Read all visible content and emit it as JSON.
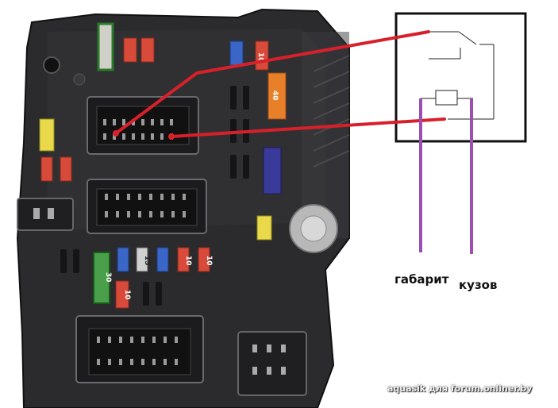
{
  "labels": {
    "gabarit": "габарит",
    "kuzov": "кузов"
  },
  "watermark": "aquasik для forum.onliner.by",
  "fuses": {
    "top_10": "10",
    "top_40": "40",
    "bottom_15": "15",
    "bottom_10a": "10",
    "bottom_10b": "10",
    "bottom_30": "30",
    "bottom_10c": "10"
  },
  "colors": {
    "wire_red": "#d8202a",
    "wire_purple": "#9b4fb3",
    "housing": "#2a2a2c",
    "fuse_red": "#d84a3a",
    "fuse_blue": "#3a66c8",
    "fuse_orange": "#e8802a",
    "fuse_yellow": "#e8d84a",
    "fuse_green": "#4aa04a"
  }
}
